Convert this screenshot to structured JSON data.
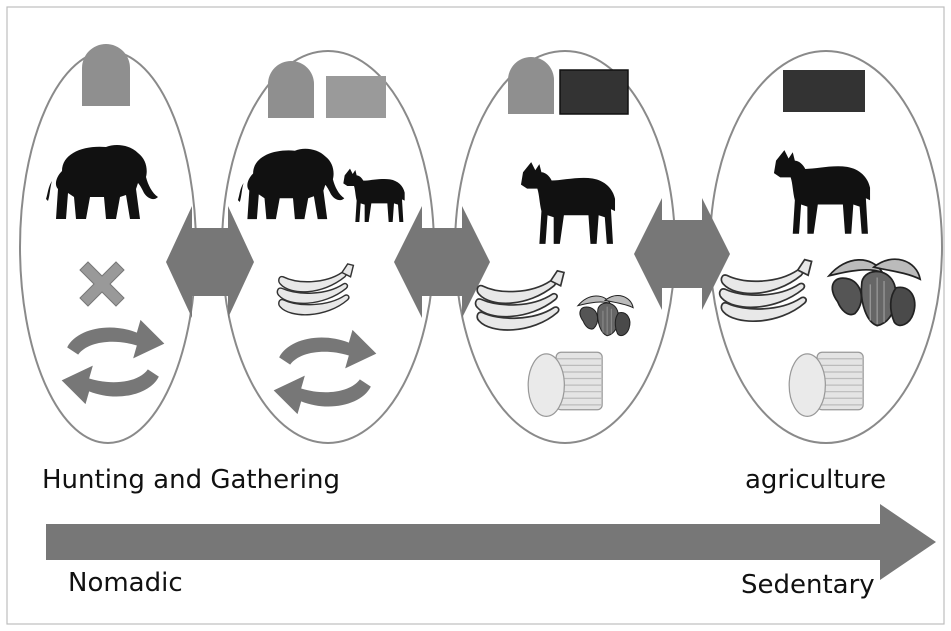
{
  "labels": {
    "start_stage": "Hunting and Gathering",
    "end_stage": "agriculture",
    "start_mode": "Nomadic",
    "end_mode": "Sedentary"
  },
  "stages": [
    {
      "dwelling": [
        "hut"
      ],
      "animals": [
        "elephant"
      ],
      "crops": [
        "none"
      ],
      "stores": [],
      "mobility": "cycle"
    },
    {
      "dwelling": [
        "hut",
        "house"
      ],
      "animals": [
        "elephant",
        "duiker"
      ],
      "crops": [
        "banana"
      ],
      "stores": [],
      "mobility": "cycle"
    },
    {
      "dwelling": [
        "hut",
        "house"
      ],
      "animals": [
        "duiker"
      ],
      "crops": [
        "banana",
        "cocoa"
      ],
      "stores": [
        "coins"
      ],
      "mobility": "none"
    },
    {
      "dwelling": [
        "house"
      ],
      "animals": [
        "duiker"
      ],
      "crops": [
        "banana",
        "cocoa"
      ],
      "stores": [
        "coins"
      ],
      "mobility": "none"
    }
  ],
  "colors": {
    "hut": "#8f8f8f",
    "house_light": "#9a9a9a",
    "house_dark": "#333333",
    "arrow": "#777777",
    "silhouette": "#111111",
    "stage_outline": "#8a8a8a"
  }
}
